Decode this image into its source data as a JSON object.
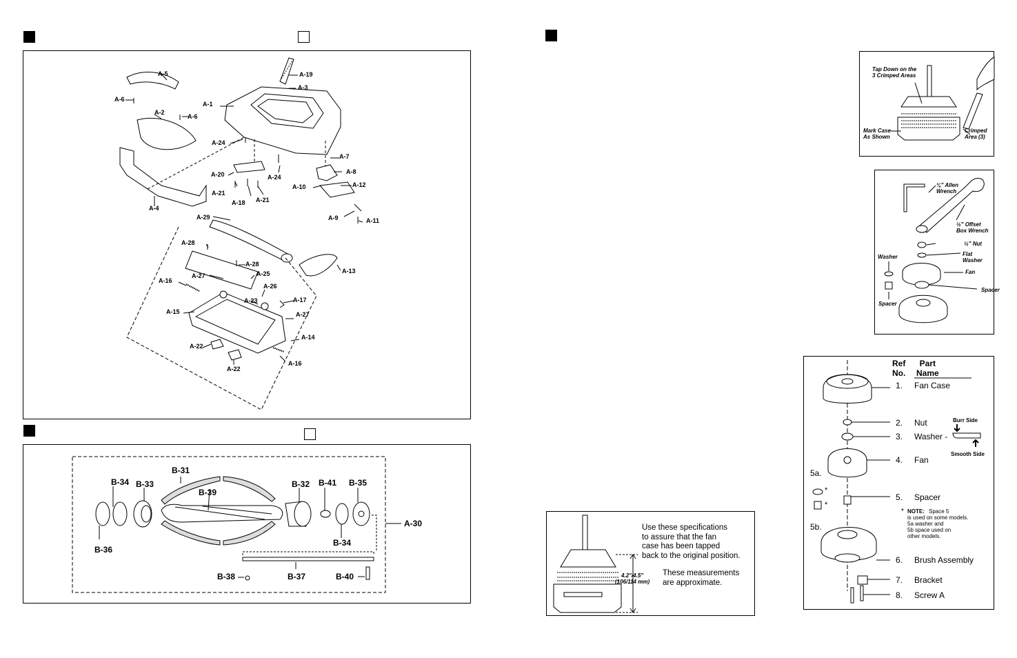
{
  "section_a": {
    "labels": [
      "A-5",
      "A-6",
      "A-2",
      "A-6",
      "A-1",
      "A-19",
      "A-3",
      "A-24",
      "A-4",
      "A-20",
      "A-21",
      "A-18",
      "A-21",
      "A-24",
      "A-7",
      "A-8",
      "A-10",
      "A-12",
      "A-9",
      "A-11",
      "A-29",
      "A-28",
      "A-28",
      "A-27",
      "A-25",
      "A-16",
      "A-26",
      "A-23",
      "A-17",
      "A-15",
      "A-27",
      "A-14",
      "A-22",
      "A-22",
      "A-16",
      "A-13"
    ]
  },
  "section_b": {
    "labels": [
      "B-31",
      "B-34",
      "B-33",
      "B-39",
      "B-32",
      "B-41",
      "B-35",
      "A-30",
      "B-36",
      "B-34",
      "B-38",
      "B-37",
      "B-40"
    ]
  },
  "fan_case_callout": {
    "tap_down": "Tap Down on the\n3 Crimped Areas",
    "mark_case": "Mark Case\nAs Shown",
    "crimped_area": "Crimped\nArea (3)"
  },
  "tools_callout": {
    "allen_wrench": "⅛\" Allen\nWrench",
    "offset_wrench": "½\" Offset\nBox Wrench",
    "nut": "½\" Nut",
    "flat_washer": "Flat\nWasher",
    "fan": "Fan",
    "washer": "Washer",
    "spacer_left": "Spacer",
    "spacer_right": "Spacer"
  },
  "spec_callout": {
    "measure": "4.2\"/4.5\"\n(106/114 mm)",
    "text1": "Use these specifications\nto assure that the fan\ncase has been tapped\nback to the original position.",
    "text2": "These measurements\nare approximate."
  },
  "parts_table": {
    "header_ref": "Ref\nNo.",
    "header_part": "Part\nName",
    "rows": [
      {
        "no": "1.",
        "name": "Fan Case"
      },
      {
        "no": "2.",
        "name": "Nut"
      },
      {
        "no": "3.",
        "name": "Washer -"
      },
      {
        "no": "4.",
        "name": "Fan"
      },
      {
        "no": "5.",
        "name": "Spacer"
      },
      {
        "no": "6.",
        "name": "Brush Assembly"
      },
      {
        "no": "7.",
        "name": "Bracket"
      },
      {
        "no": "8.",
        "name": "Screw A"
      }
    ],
    "burr_side": "Burr Side",
    "smooth_side": "Smooth Side",
    "label_5a": "5a.",
    "label_5b": "5b.",
    "note_label": "NOTE:",
    "note_text": "Space 5\nis used on some models.\n5a washer and\n5b space used on\nother models."
  }
}
